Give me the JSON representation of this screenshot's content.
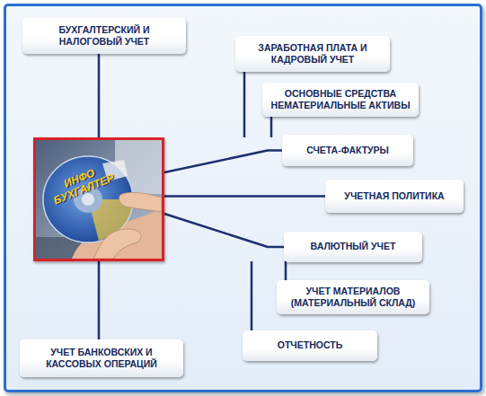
{
  "diagram": {
    "nodes": [
      {
        "text": [
          "БУХГАЛТЕРСКИЙ И НАЛОГОВЫЙ УЧЕТ"
        ]
      },
      {
        "text": [
          "ЗАРАБОТНАЯ ПЛАТА И КАДРОВЫЙ УЧЕТ"
        ]
      },
      {
        "text": [
          "ОСНОВНЫЕ СРЕДСТВА НЕМАТЕРИАЛЬНЫЕ АКТИВЫ"
        ]
      },
      {
        "text": [
          "СЧЕТА-ФАКТУРЫ"
        ]
      },
      {
        "text": [
          "ИНФО БУХГАЛТЕР"
        ]
      },
      {
        "text": [
          "УЧЕТНАЯ ПОЛИТИКА"
        ]
      },
      {
        "text": [
          "ВАЛЮТНЫЙ УЧЕТ"
        ]
      },
      {
        "text": [
          "УЧЕТ МАТЕРИАЛОВ (МАТЕРИАЛЬНЫЙ СКЛАД)"
        ]
      },
      {
        "text": [
          "ОТЧЕТНОСТЬ"
        ]
      },
      {
        "text": [
          "УЧЕТ БАНКОВСКИХ И КАССОВЫХ ОПЕРАЦИЙ"
        ]
      }
    ],
    "edges": [
      {
        "from": 4,
        "to": 0,
        "arrow": "none"
      },
      {
        "from": 4,
        "to": 1,
        "arrow": "none"
      },
      {
        "from": 4,
        "to": 2,
        "arrow": "none"
      },
      {
        "from": 4,
        "to": 3,
        "arrow": "none"
      },
      {
        "from": 4,
        "to": 5,
        "arrow": "none"
      },
      {
        "from": 4,
        "to": 6,
        "arrow": "none"
      },
      {
        "from": 4,
        "to": 7,
        "arrow": "none"
      },
      {
        "from": 4,
        "to": 8,
        "arrow": "none"
      },
      {
        "from": 4,
        "to": 9,
        "arrow": "none"
      }
    ]
  }
}
